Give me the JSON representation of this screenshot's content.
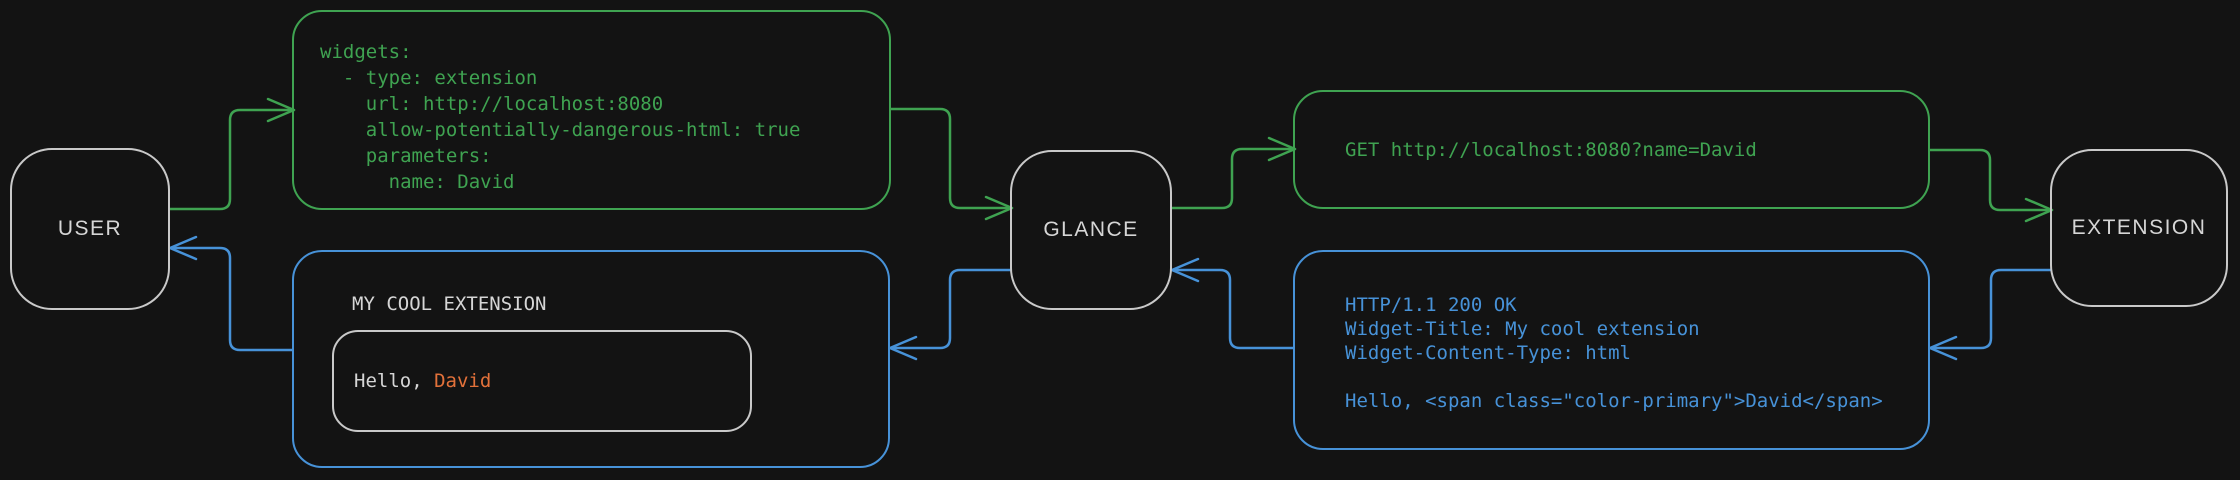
{
  "colors": {
    "background": "#131313",
    "green": "#3fa351",
    "blue": "#4792d8",
    "orange": "#e2713a",
    "node_border": "#c9c9c9",
    "text_light": "#d6d6d6"
  },
  "nodes": {
    "user": "USER",
    "glance": "GLANCE",
    "extension": "EXTENSION"
  },
  "config_box": {
    "lines": [
      "widgets:",
      "  - type: extension",
      "    url: http://localhost:8080",
      "    allow-potentially-dangerous-html: true",
      "    parameters:",
      "      name: David"
    ]
  },
  "request_box": {
    "text": "GET http://localhost:8080?name=David"
  },
  "response_box": {
    "lines": [
      "HTTP/1.1 200 OK",
      "Widget-Title: My cool extension",
      "Widget-Content-Type: html",
      "",
      "Hello, <span class=\"color-primary\">David</span>"
    ]
  },
  "widget_box": {
    "title": "MY COOL EXTENSION",
    "greeting_prefix": "Hello, ",
    "greeting_name": "David"
  },
  "edges": [
    {
      "from": "user",
      "to": "config_box",
      "color": "green"
    },
    {
      "from": "config_box",
      "to": "glance",
      "color": "green"
    },
    {
      "from": "glance",
      "to": "request_box",
      "color": "green"
    },
    {
      "from": "request_box",
      "to": "extension",
      "color": "green"
    },
    {
      "from": "extension",
      "to": "response_box",
      "color": "blue"
    },
    {
      "from": "response_box",
      "to": "glance",
      "color": "blue"
    },
    {
      "from": "glance",
      "to": "widget_box",
      "color": "blue"
    },
    {
      "from": "widget_box",
      "to": "user",
      "color": "blue"
    }
  ]
}
